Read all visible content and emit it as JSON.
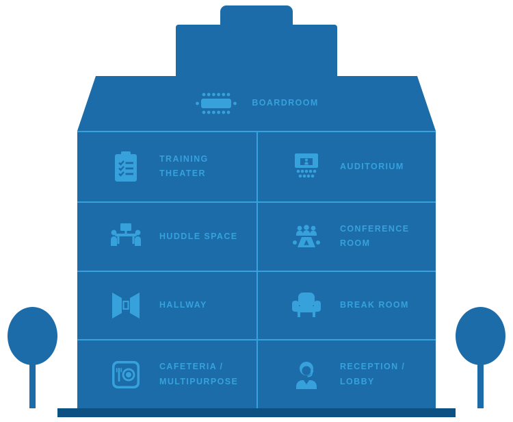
{
  "palette": {
    "building": "#1B6CA8",
    "accent": "#37A1DB",
    "ground": "#0D5082"
  },
  "diagram": {
    "boardroom": {
      "label": "BOARDROOM",
      "icon": "boardroom-table-icon"
    },
    "floors": [
      {
        "left": {
          "label": "TRAINING THEATER",
          "icon": "training-clipboard-icon"
        },
        "right": {
          "label": "AUDITORIUM",
          "icon": "auditorium-stage-icon"
        }
      },
      {
        "left": {
          "label": "HUDDLE SPACE",
          "icon": "huddle-space-icon"
        },
        "right": {
          "label": "CONFERENCE ROOM",
          "icon": "conference-room-icon"
        }
      },
      {
        "left": {
          "label": "HALLWAY",
          "icon": "hallway-icon"
        },
        "right": {
          "label": "BREAK ROOM",
          "icon": "break-room-armchair-icon"
        }
      },
      {
        "left": {
          "label": "CAFETERIA /\nMULTIPURPOSE",
          "icon": "cafeteria-plate-icon"
        },
        "right": {
          "label": "RECEPTION /\nLOBBY",
          "icon": "reception-person-icon"
        }
      }
    ]
  }
}
